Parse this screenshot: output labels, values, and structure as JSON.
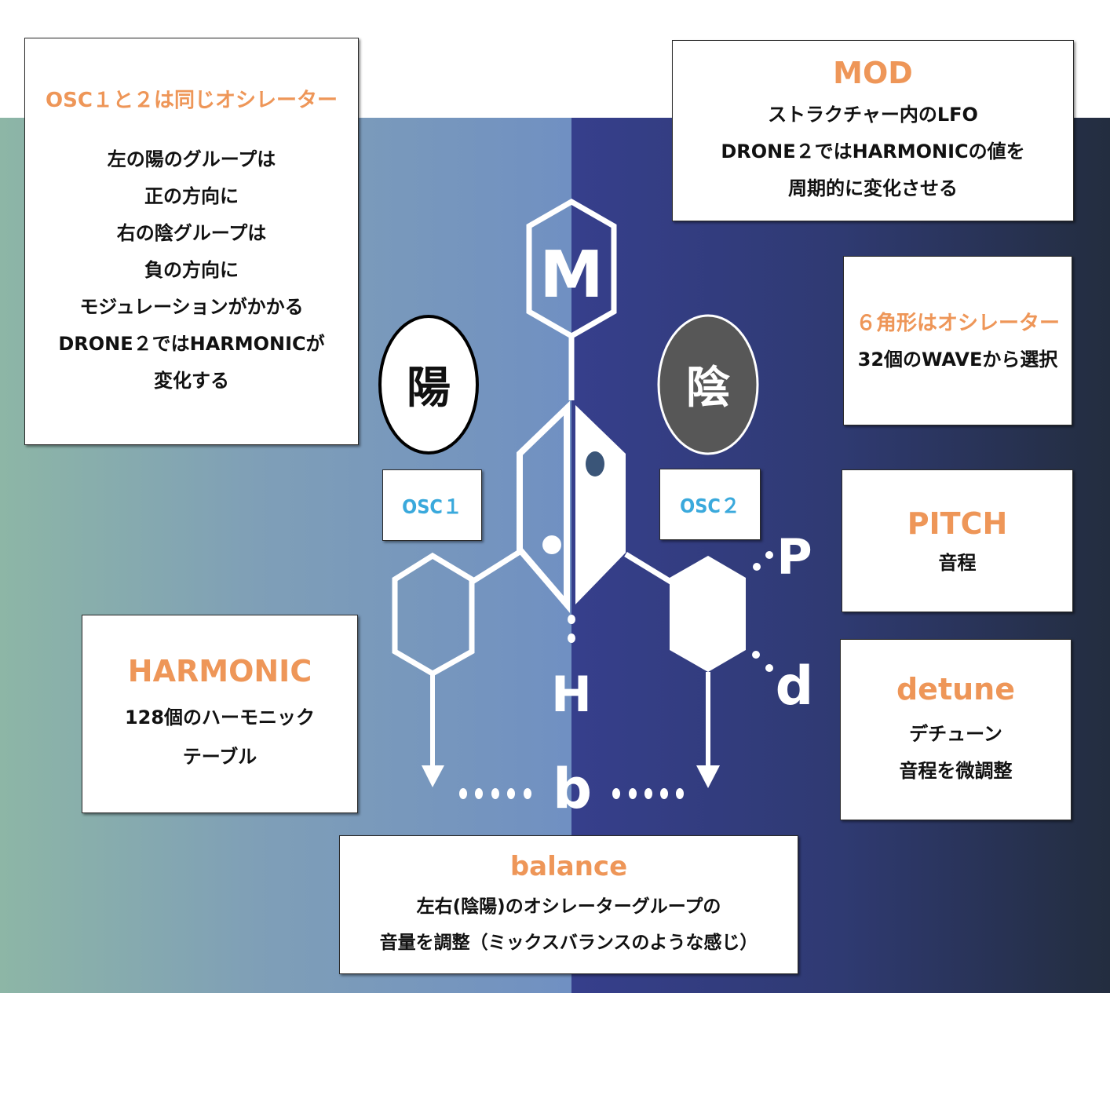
{
  "colors": {
    "accent_orange": "#ee9658",
    "osc_blue": "#3aa9dc",
    "yang_bg_start": "#8db6a6",
    "yang_bg_end": "#7090c2",
    "yin_bg_start": "#363f8c",
    "yin_bg_end": "#232d3f",
    "yin_circle": "#575757",
    "dot_dark": "#3a5578"
  },
  "cards": {
    "osc_same": {
      "title": "OSC１と２は同じオシレーター",
      "lines": [
        "左の陽のグループは",
        "正の方向に",
        "右の陰グループは",
        "負の方向に",
        "モジュレーションがかかる",
        "DRONE２ではHARMONICが",
        "変化する"
      ]
    },
    "mod": {
      "title": "MOD",
      "lines": [
        "ストラクチャー内のLFO",
        "DRONE２ではHARMONICの値を",
        "周期的に変化させる"
      ]
    },
    "hexagon": {
      "title": "６角形はオシレーター",
      "lines": [
        "32個のWAVEから選択"
      ]
    },
    "pitch": {
      "title": "PITCH",
      "lines": [
        "音程"
      ]
    },
    "detune": {
      "title": "detune",
      "lines": [
        "デチューン",
        "音程を微調整"
      ]
    },
    "harmonic": {
      "title": "HARMONIC",
      "lines": [
        "128個のハーモニック",
        "テーブル"
      ]
    },
    "balance": {
      "title": "balance",
      "lines": [
        "左右(陰陽)のオシレーターグループの",
        "音量を調整（ミックスバランスのような感じ）"
      ]
    }
  },
  "labels": {
    "osc1": "OSC１",
    "osc2": "OSC２",
    "yang": "陽",
    "yin": "陰"
  },
  "diagram": {
    "mod_letter": "M",
    "harmonic_letter": "H",
    "balance_letter": "b",
    "pitch_letter": "P",
    "detune_letter": "d",
    "dots": "•••••"
  }
}
